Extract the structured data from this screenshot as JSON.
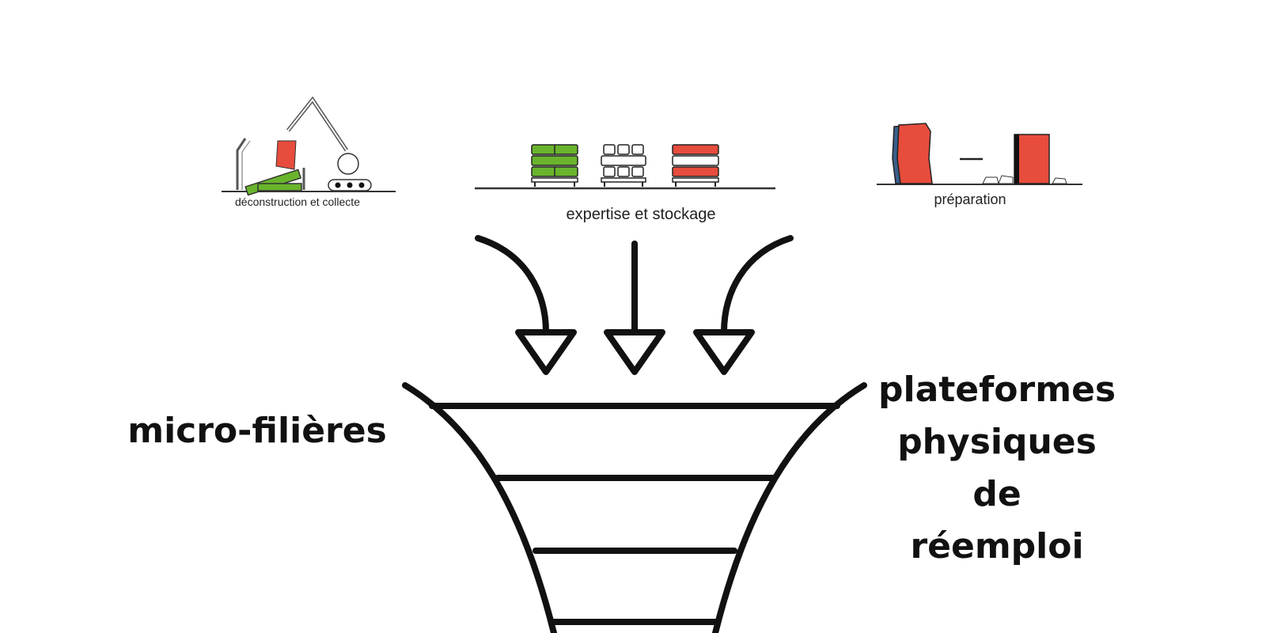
{
  "steps": [
    {
      "label": "déconstruction et collecte",
      "icon": "excavator-icon"
    },
    {
      "label": "expertise et stockage",
      "icon": "pallet-storage-icon"
    },
    {
      "label": "préparation",
      "icon": "block-preparation-icon"
    }
  ],
  "left_label": "micro-filières",
  "right_label": {
    "line1": "plateformes",
    "line2": "physiques de",
    "line3": "réemploi"
  },
  "colors": {
    "green": "#6ab42d",
    "red": "#e74c3c",
    "ink": "#111111"
  }
}
